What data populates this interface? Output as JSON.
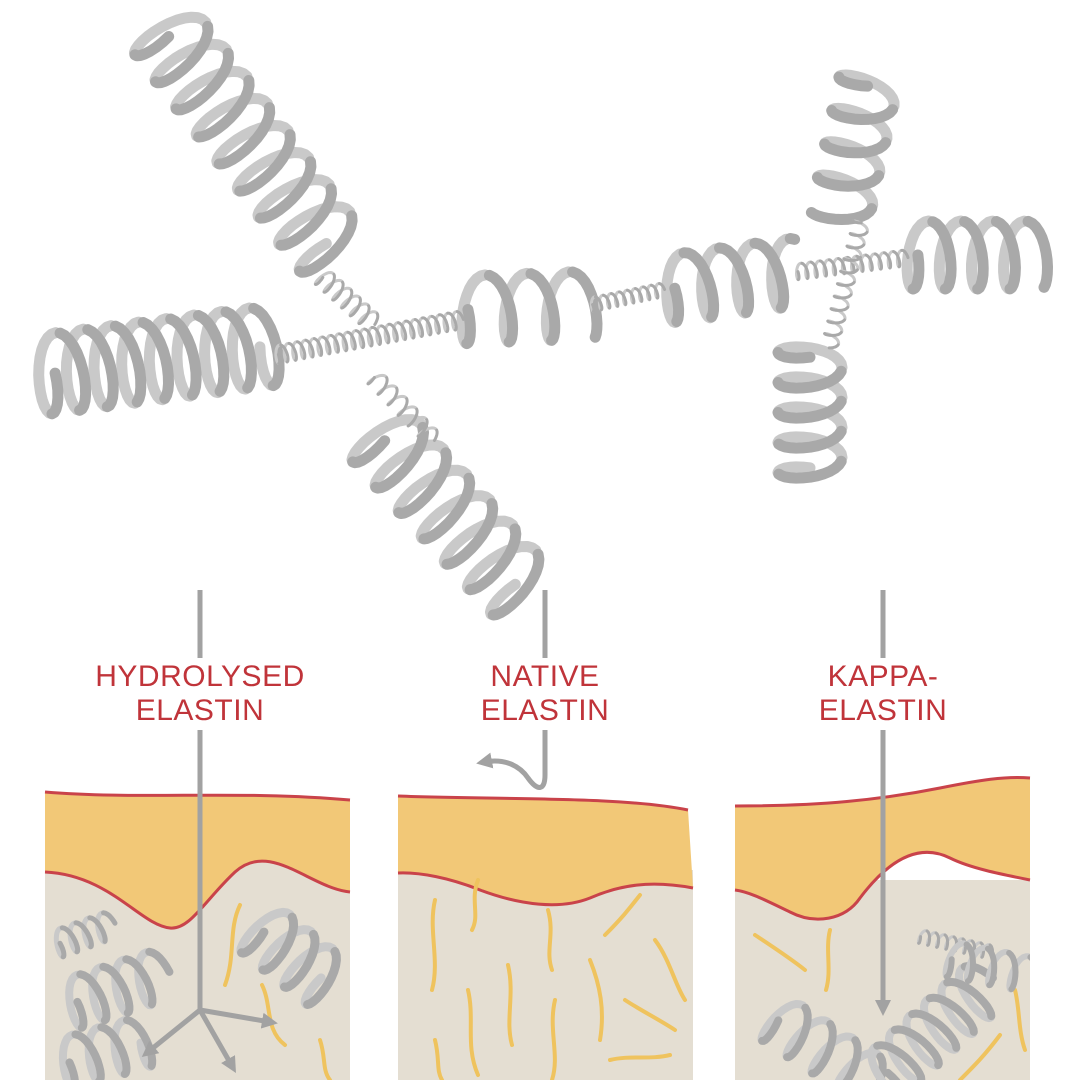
{
  "labels": {
    "hydrolysed": {
      "line1": "HYDROLYSED",
      "line2": "ELASTIN"
    },
    "native": {
      "line1": "NATIVE",
      "line2": "ELASTIN"
    },
    "kappa": {
      "line1": "KAPPA-",
      "line2": "ELASTIN"
    }
  },
  "colors": {
    "helix": "#a9a9a9",
    "helix_back": "#c9c9c9",
    "label_text": "#c0343a",
    "skin_top": "#f2c877",
    "skin_line": "#c9434a",
    "dermis": "#e4ded2",
    "fiber": "#efc35e",
    "arrow": "#a2a2a2"
  },
  "icons": [
    "helix-fiber",
    "arrow-down",
    "arrow-deflect",
    "arrow-split"
  ]
}
